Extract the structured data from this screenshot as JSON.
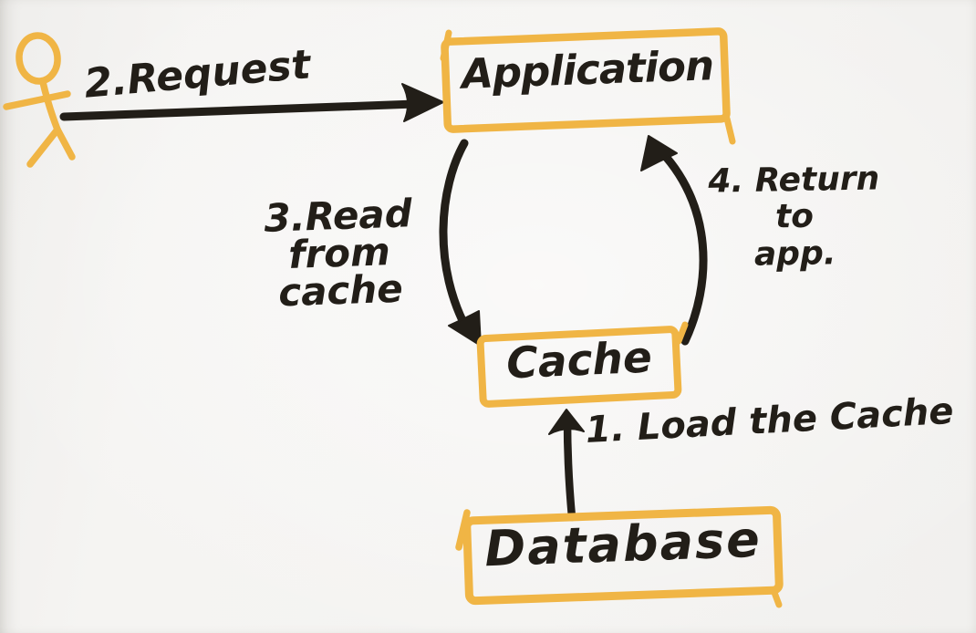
{
  "diagram": {
    "type": "flow-sketch",
    "colors": {
      "accent": "#f0b545",
      "ink": "#221e18",
      "bg": "#f4f3f1"
    },
    "actor": {
      "id": "user",
      "icon": "stick-figure-icon"
    },
    "nodes": {
      "application": {
        "label": "Application"
      },
      "cache": {
        "label": "Cache"
      },
      "database": {
        "label": "Database"
      }
    },
    "edges": {
      "request": {
        "label": "2.Request",
        "from": "user",
        "to": "application"
      },
      "read_from_cache": {
        "label": "3.Read\nfrom\ncache",
        "from": "application",
        "to": "cache"
      },
      "return_to_app": {
        "label": "4. Return\nto\napp.",
        "from": "cache",
        "to": "application"
      },
      "load_cache": {
        "label": "1. Load the Cache",
        "from": "database",
        "to": "cache"
      }
    }
  }
}
